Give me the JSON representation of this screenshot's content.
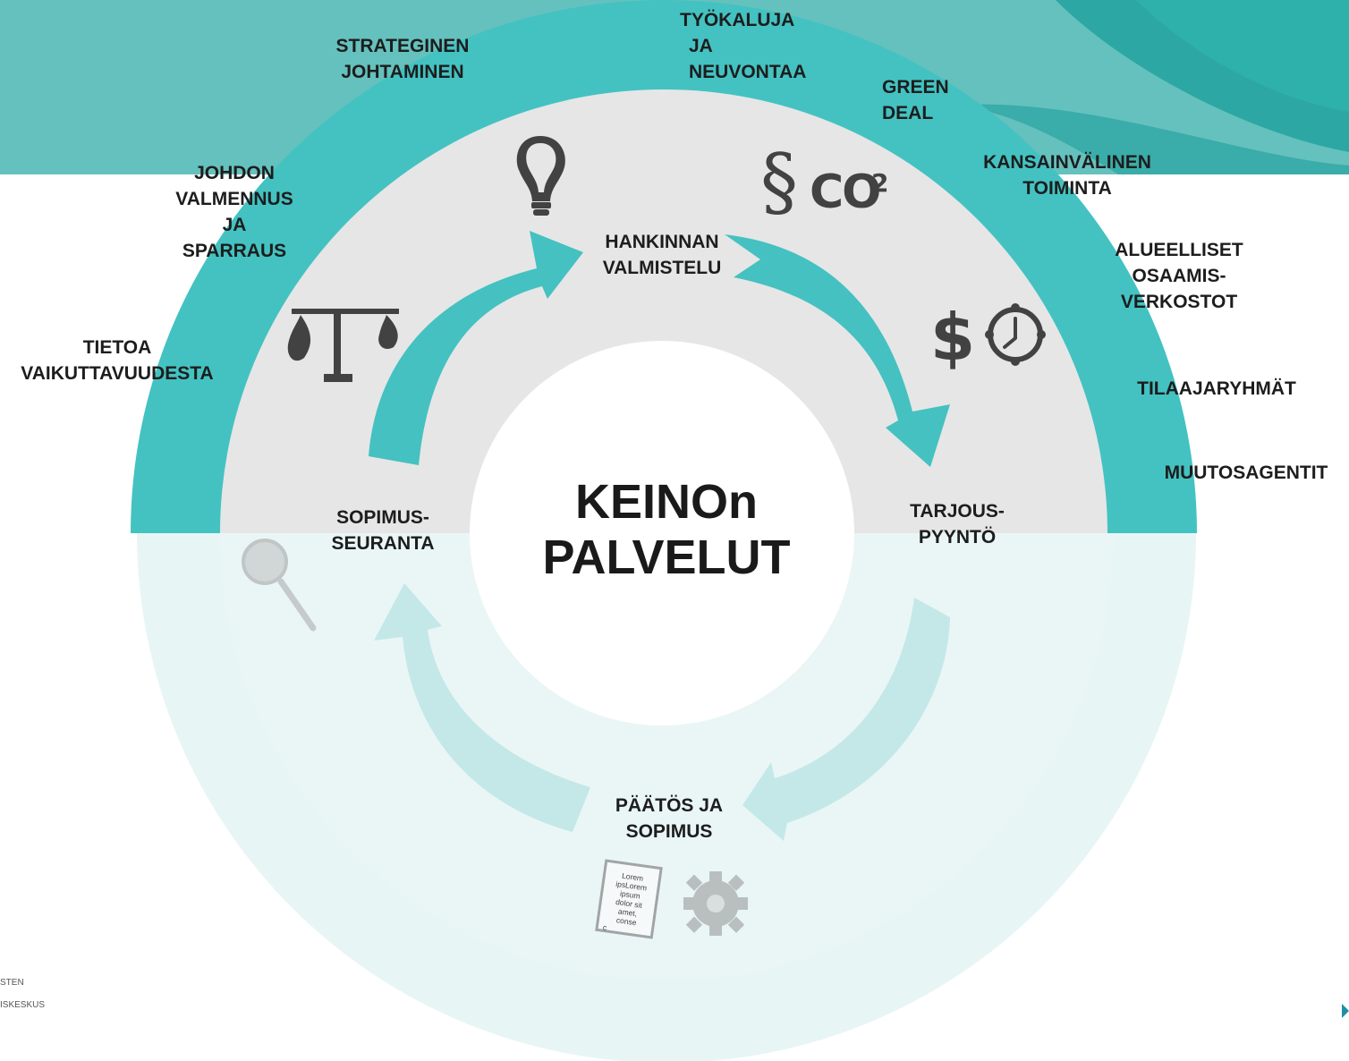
{
  "center": {
    "line1": "KEINOn",
    "line2": "PALVELUT"
  },
  "cycle_steps": [
    {
      "lines": [
        "HANKINNAN",
        "VALMISTELU"
      ]
    },
    {
      "lines": [
        "TARJOUS-",
        "PYYNTÖ"
      ]
    },
    {
      "lines": [
        "PÄÄTÖS JA",
        "SOPIMUS"
      ]
    },
    {
      "lines": [
        "SOPIMUS-",
        "SEURANTA"
      ]
    }
  ],
  "outer_labels": [
    {
      "lines": [
        "TIETOA",
        "VAIKUTTAVUUDESTA"
      ]
    },
    {
      "lines": [
        "JOHDON",
        "VALMENNUS",
        "JA",
        "SPARRAUS"
      ]
    },
    {
      "lines": [
        "STRATEGINEN",
        "JOHTAMINEN"
      ]
    },
    {
      "lines": [
        "TYÖKALUJA",
        "JA",
        "NEUVONTAA"
      ]
    },
    {
      "lines": [
        "GREEN",
        "DEAL"
      ]
    },
    {
      "lines": [
        "KANSAINVÄLINEN",
        "TOIMINTA"
      ]
    },
    {
      "lines": [
        "ALUEELLISET",
        "OSAAMIS-",
        "VERKOSTOT"
      ]
    },
    {
      "lines": [
        "TILAAJARYHMÄT"
      ]
    },
    {
      "lines": [
        "MUUTOSAGENTIT"
      ]
    }
  ],
  "document_icon_text": [
    "Lorem",
    "ipsLorem",
    "ipsum",
    "dolor sit",
    "amet,",
    "conse",
    "c"
  ],
  "footer": {
    "line1": "STEN",
    "line2": "ISKESKUS"
  },
  "icons": [
    "scale-icon",
    "lightbulb-icon",
    "paragraph-icon",
    "co2-icon",
    "dollar-icon",
    "clock-icon",
    "magnifier-icon",
    "document-icon",
    "gear-icon"
  ],
  "colors": {
    "teal": "#45c1c1",
    "light_gray": "#e6e6e6",
    "pale_teal": "#e4f4f4",
    "faded_arrow": "#c3e7e7",
    "text": "#1d1d1d"
  }
}
